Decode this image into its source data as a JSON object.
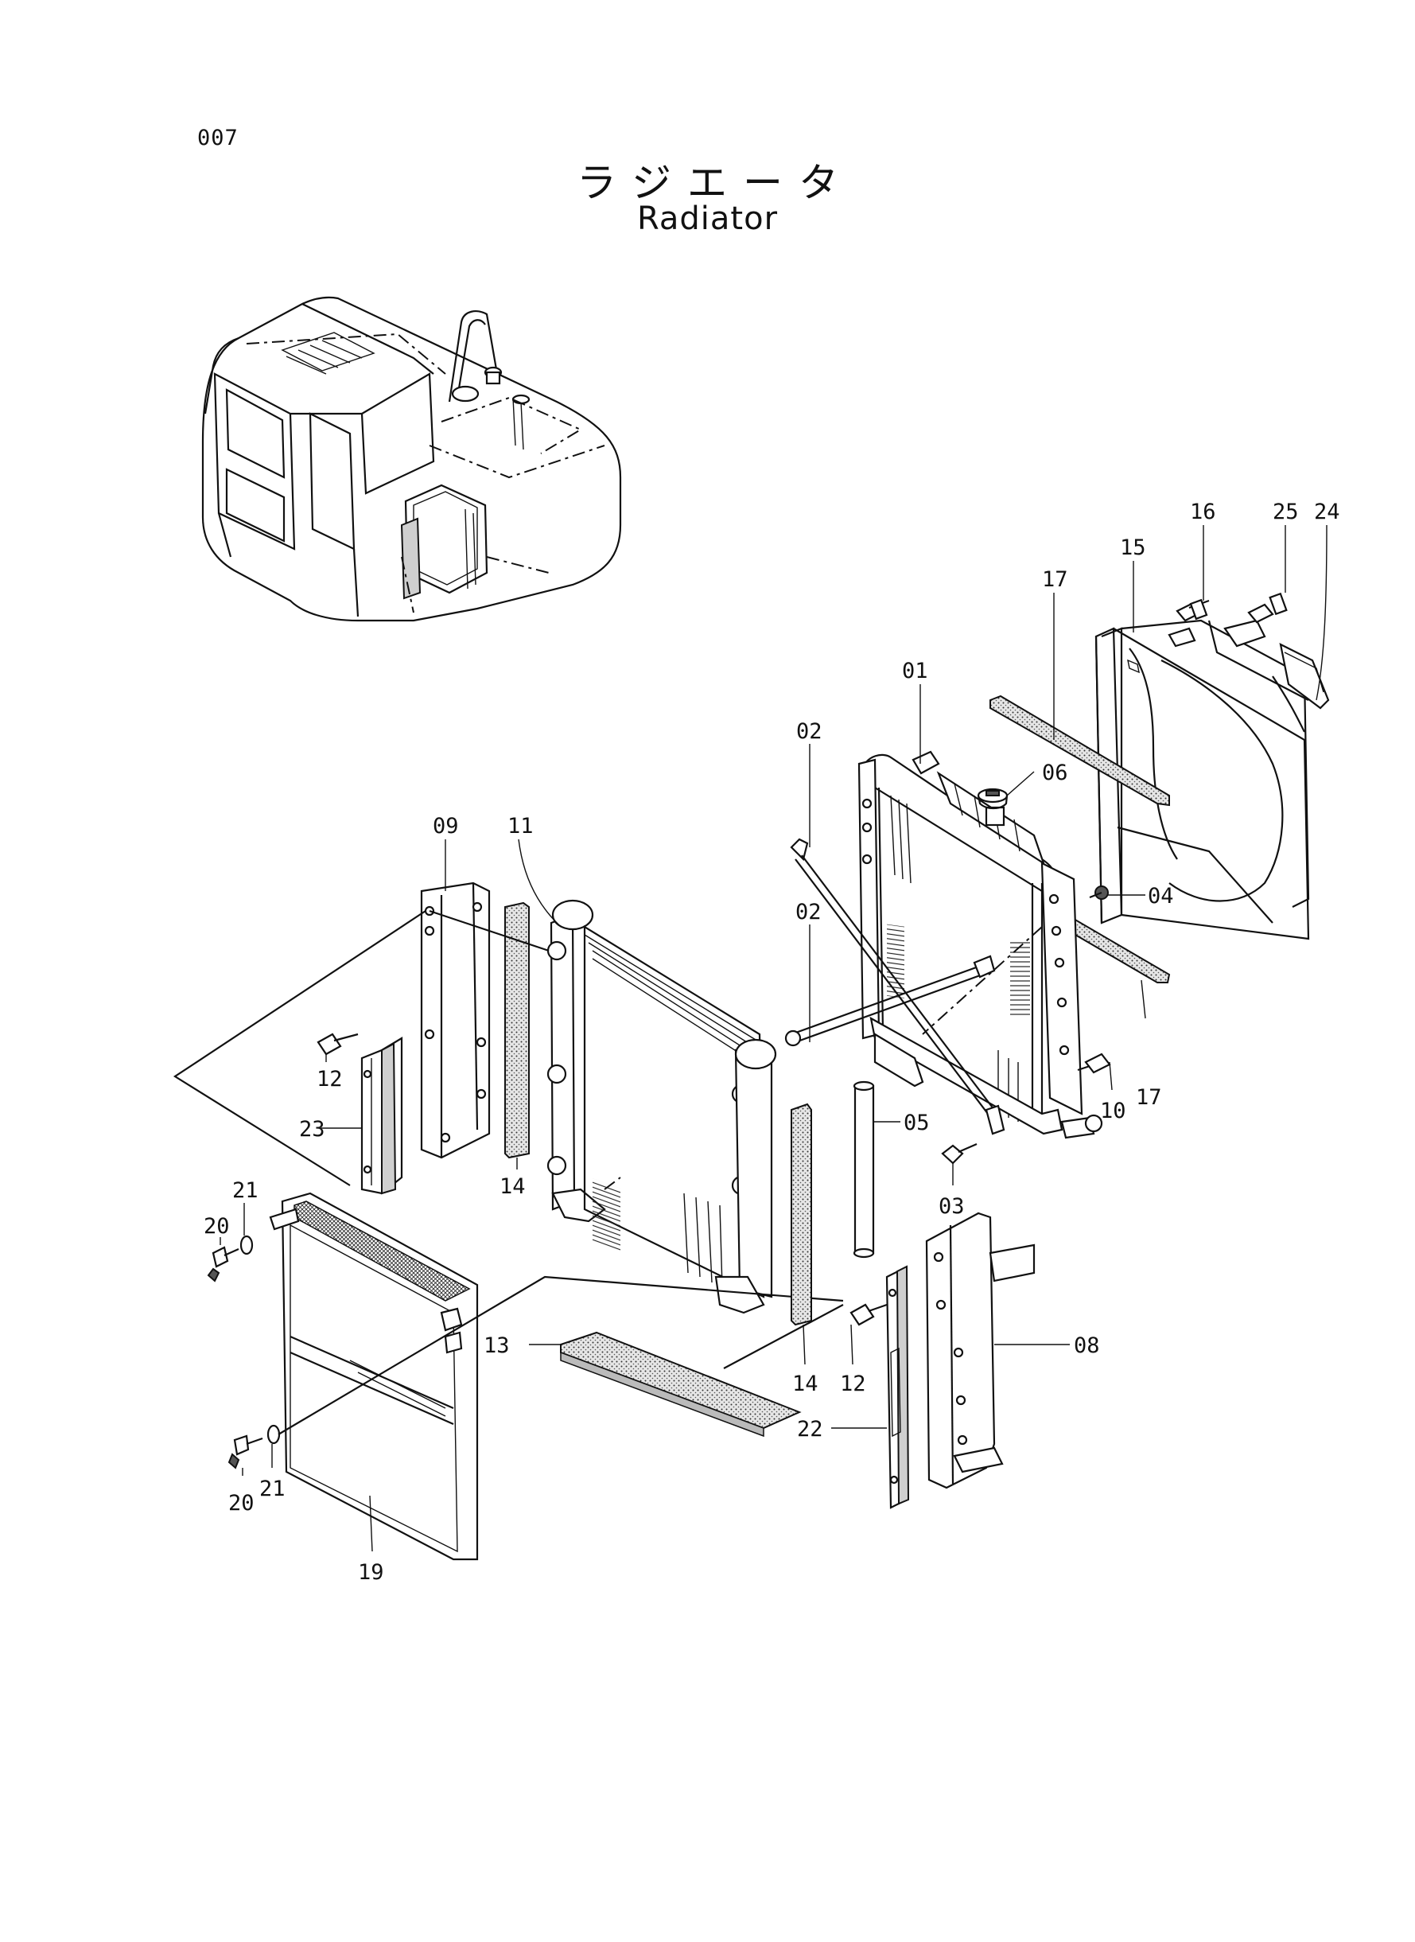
{
  "header": {
    "page_number": "007",
    "title_jp": "ラジエータ",
    "title_en": "Radiator"
  },
  "part_labels": {
    "p01": "01",
    "p02a": "02",
    "p02b": "02",
    "p03": "03",
    "p04": "04",
    "p05": "05",
    "p06": "06",
    "p08": "08",
    "p09": "09",
    "p10": "10",
    "p11": "11",
    "p12a": "12",
    "p12b": "12",
    "p13": "13",
    "p14a": "14",
    "p14b": "14",
    "p15": "15",
    "p16": "16",
    "p17a": "17",
    "p17b": "17",
    "p19": "19",
    "p20a": "20",
    "p20b": "20",
    "p21a": "21",
    "p21b": "21",
    "p22": "22",
    "p23": "23",
    "p24": "24",
    "p25": "25"
  }
}
